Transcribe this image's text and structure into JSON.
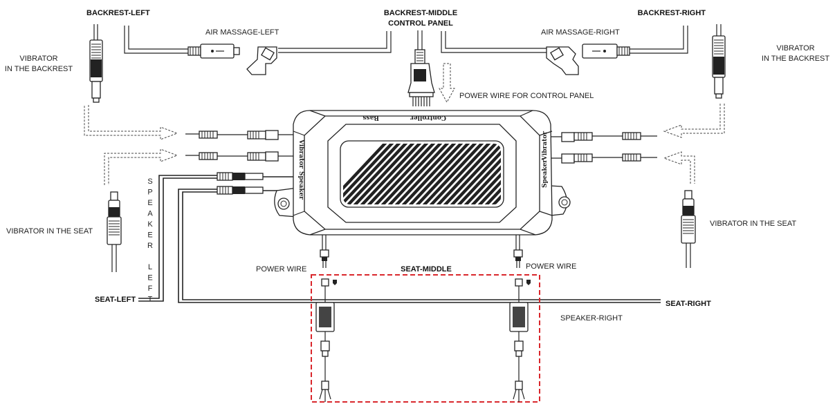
{
  "labels": {
    "backrest_left": "BACKREST-LEFT",
    "backrest_middle_1": "BACKREST-MIDDLE",
    "backrest_middle_2": "CONTROL PANEL",
    "backrest_right": "BACKREST-RIGHT",
    "air_massage_left": "AIR MASSAGE-LEFT",
    "air_massage_right": "AIR MASSAGE-RIGHT",
    "vibrator_backrest_left_1": "VIBRATOR",
    "vibrator_backrest_left_2": "IN THE BACKREST",
    "vibrator_backrest_right_1": "VIBRATOR",
    "vibrator_backrest_right_2": "IN THE BACKREST",
    "power_wire_control_panel": "POWER WIRE FOR CONTROL PANEL",
    "vibrator_seat_left": "VIBRATOR IN THE SEAT",
    "vibrator_seat_right": "VIBRATOR IN THE SEAT",
    "speaker_left_letters": [
      "S",
      "P",
      "E",
      "A",
      "K",
      "E",
      "R",
      "",
      "L",
      "E",
      "F",
      "T"
    ],
    "power_wire_left": "POWER WIRE",
    "power_wire_right": "POWER WIRE",
    "seat_middle": "SEAT-MIDDLE",
    "seat_left": "SEAT-LEFT",
    "seat_right": "SEAT-RIGHT",
    "speaker_right": "SPEAKER-RIGHT"
  },
  "unit_labels": {
    "bass": "Bass",
    "controller": "Controller",
    "vibrator_left": "Vibrator",
    "speaker_left": "Speaker",
    "speaker_right": "Speaker",
    "vibrator_right": "Vibrator"
  },
  "colors": {
    "line": "#222222",
    "highlight_box": "#d9262b"
  }
}
